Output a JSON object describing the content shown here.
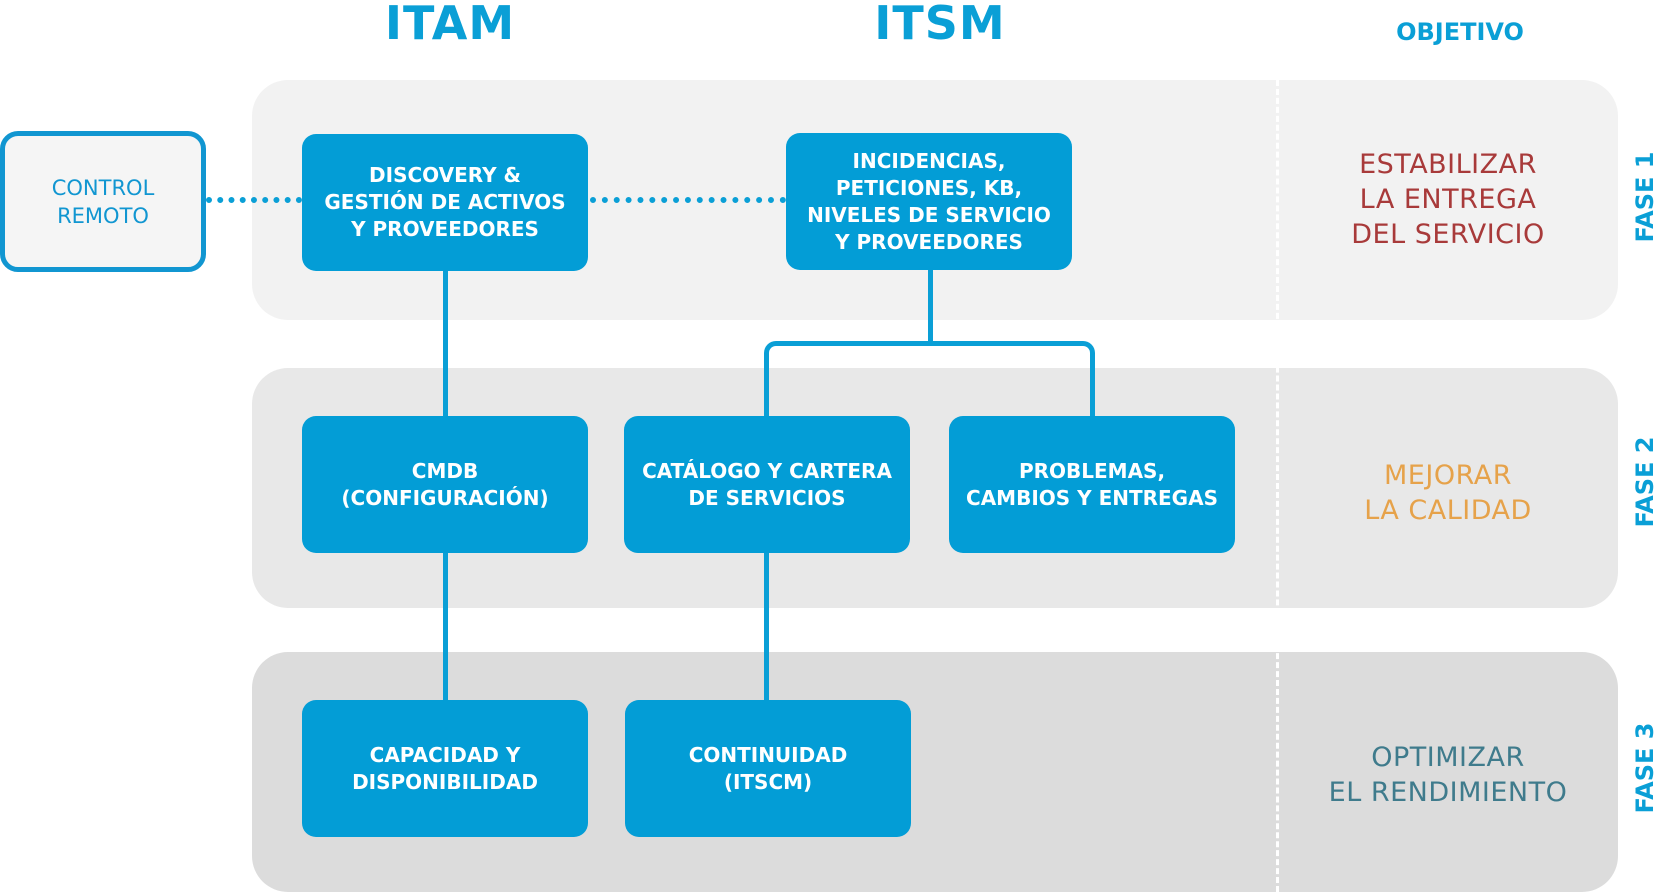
{
  "headers": {
    "itam": "ITAM",
    "itsm": "ITSM",
    "objective": "OBJETIVO"
  },
  "remote": {
    "lines": [
      "CONTROL",
      "REMOTO"
    ]
  },
  "boxes": {
    "discovery": [
      "DISCOVERY &",
      "GESTIÓN DE ACTIVOS",
      "Y PROVEEDORES"
    ],
    "incidents": [
      "INCIDENCIAS,",
      "PETICIONES, KB,",
      "NIVELES DE SERVICIO",
      "Y PROVEEDORES"
    ],
    "cmdb": [
      "CMDB",
      "(CONFIGURACIÓN)"
    ],
    "catalog": [
      "CATÁLOGO Y CARTERA",
      "DE SERVICIOS"
    ],
    "problems": [
      "PROBLEMAS,",
      "CAMBIOS Y ENTREGAS"
    ],
    "capacity": [
      "CAPACIDAD Y",
      "DISPONIBILIDAD"
    ],
    "continuity": [
      "CONTINUIDAD",
      "(ITSCM)"
    ]
  },
  "objectives": [
    {
      "lines": [
        "ESTABILIZAR",
        "LA ENTREGA",
        "DEL SERVICIO"
      ],
      "color": "#a83a3a"
    },
    {
      "lines": [
        "MEJORAR",
        "LA CALIDAD"
      ],
      "color": "#e6a24a"
    },
    {
      "lines": [
        "OPTIMIZAR",
        "EL RENDIMIENTO"
      ],
      "color": "#3f7b8c"
    }
  ],
  "phases": [
    "FASE 1",
    "FASE 2",
    "FASE 3"
  ],
  "colors": {
    "accent": "#0a9fd6",
    "box": "#039dd6",
    "remote_border": "#1196d1"
  }
}
